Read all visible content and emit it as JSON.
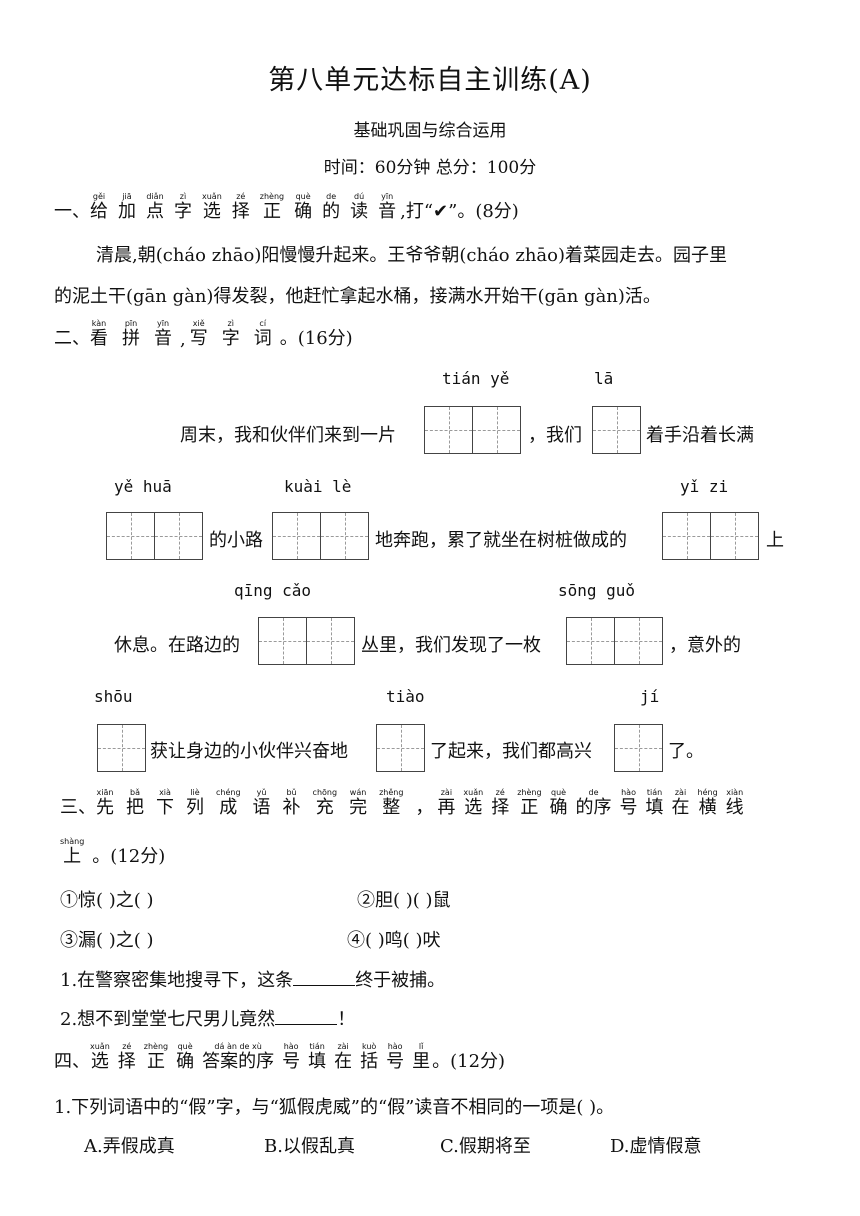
{
  "title": "第八单元达标自主训练(A)",
  "subtitle": "基础巩固与综合运用",
  "meta": "时间：60分钟  总分：100分",
  "q1": {
    "prefix": "一、",
    "chars": [
      {
        "py": "gěi",
        "hz": "给"
      },
      {
        "py": "jiā",
        "hz": "加"
      },
      {
        "py": "diǎn",
        "hz": "点"
      },
      {
        "py": "zì",
        "hz": "字"
      },
      {
        "py": "xuǎn",
        "hz": "选"
      },
      {
        "py": "zé",
        "hz": "择"
      },
      {
        "py": "zhèng",
        "hz": "正"
      },
      {
        "py": "què",
        "hz": "确"
      },
      {
        "py": "de",
        "hz": "的"
      },
      {
        "py": "dú",
        "hz": "读"
      },
      {
        "py": "yīn",
        "hz": "音"
      }
    ],
    "suffix": ",打“✔”。(8分)",
    "para1": "清晨,朝(cháo zhāo)阳慢慢升起来。王爷爷朝(cháo zhāo)着菜园走去。园子里",
    "para2": "的泥土干(gān gàn)得发裂，他赶忙拿起水桶，接满水开始干(gān gàn)活。"
  },
  "q2": {
    "prefix": "二、",
    "chars": [
      {
        "py": "kàn",
        "hz": "看"
      },
      {
        "py": "pīn",
        "hz": "拼"
      },
      {
        "py": "yīn",
        "hz": "音"
      }
    ],
    "mid": ",",
    "chars2": [
      {
        "py": "xiě",
        "hz": "写"
      },
      {
        "py": "zì",
        "hz": "字"
      },
      {
        "py": "cí",
        "hz": "词"
      }
    ],
    "suffix": "。(16分)",
    "py_tianye": "tián yě",
    "py_la": "lā",
    "t1": "周末，我和伙伴们来到一片",
    "t2": "，我们",
    "t3": "着手沿着长满",
    "py_yehua": "yě  huā",
    "py_kuaile": "kuài lè",
    "py_yizi": "yǐ  zi",
    "t4": "的小路",
    "t5": "地奔跑，累了就坐在树桩做成的",
    "t6": "上",
    "py_qingcao": "qīng cǎo",
    "py_songguo": "sōng guǒ",
    "t7": "休息。在路边的",
    "t8": "丛里，我们发现了一枚",
    "t9": "，意外的",
    "py_shou": "shōu",
    "py_tiao": "tiào",
    "py_ji": "jí",
    "t10": "获让身边的小伙伴兴奋地",
    "t11": "了起来，我们都高兴",
    "t12": "了。"
  },
  "q3": {
    "prefix": "三、",
    "chars": [
      {
        "py": "xiān",
        "hz": "先"
      },
      {
        "py": "bǎ",
        "hz": "把"
      },
      {
        "py": "xià",
        "hz": "下"
      },
      {
        "py": "liè",
        "hz": "列"
      },
      {
        "py": "chéng",
        "hz": "成"
      },
      {
        "py": "yǔ",
        "hz": "语"
      },
      {
        "py": "bǔ",
        "hz": "补"
      },
      {
        "py": "chōng",
        "hz": "充"
      },
      {
        "py": "wán",
        "hz": "完"
      },
      {
        "py": "zhěng",
        "hz": "整"
      }
    ],
    "comma": "，",
    "chars2": [
      {
        "py": "zài",
        "hz": "再"
      },
      {
        "py": "xuǎn",
        "hz": "选"
      },
      {
        "py": "zé",
        "hz": "择"
      },
      {
        "py": "zhèng",
        "hz": "正"
      },
      {
        "py": "què",
        "hz": "确"
      },
      {
        "py": "de",
        "hz": "的序"
      },
      {
        "py": "hào",
        "hz": "号"
      },
      {
        "py": "tián",
        "hz": "填"
      },
      {
        "py": "zài",
        "hz": "在"
      },
      {
        "py": "héng",
        "hz": "横"
      },
      {
        "py": "xiàn",
        "hz": "线"
      }
    ],
    "chars3": [
      {
        "py": "shàng",
        "hz": "上"
      }
    ],
    "suffix": "。(12分)",
    "idiom1": "①惊(    )之(    )",
    "idiom2": "②胆(   )(    )鼠",
    "idiom3": "③漏(    )之(    )",
    "idiom4": "④(    )鸣(     )吠",
    "s1a": "1.在警察密集地搜寻下，这条",
    "s1b": "终于被捕。",
    "s2a": "2.想不到堂堂七尺男儿竟然",
    "s2b": "！"
  },
  "q4": {
    "prefix": "四、",
    "chars": [
      {
        "py": "xuǎn",
        "hz": "选"
      },
      {
        "py": "zé",
        "hz": "择"
      },
      {
        "py": "zhèng",
        "hz": "正"
      },
      {
        "py": "què",
        "hz": "确"
      },
      {
        "py": "dá àn de xù",
        "hz": "答案的序"
      },
      {
        "py": "hào",
        "hz": "号"
      },
      {
        "py": "tián",
        "hz": "填"
      },
      {
        "py": "zài",
        "hz": "在"
      },
      {
        "py": "kuò",
        "hz": "括"
      },
      {
        "py": "hào",
        "hz": "号"
      },
      {
        "py": "lǐ",
        "hz": "里"
      }
    ],
    "suffix": "。(12分)",
    "q1": "1.下列词语中的“假”字，与“狐假虎威”的“假”读音不相同的一项是(      )。",
    "optA": "A.弄假成真",
    "optB": "B.以假乱真",
    "optC": "C.假期将至",
    "optD": "D.虚情假意"
  }
}
